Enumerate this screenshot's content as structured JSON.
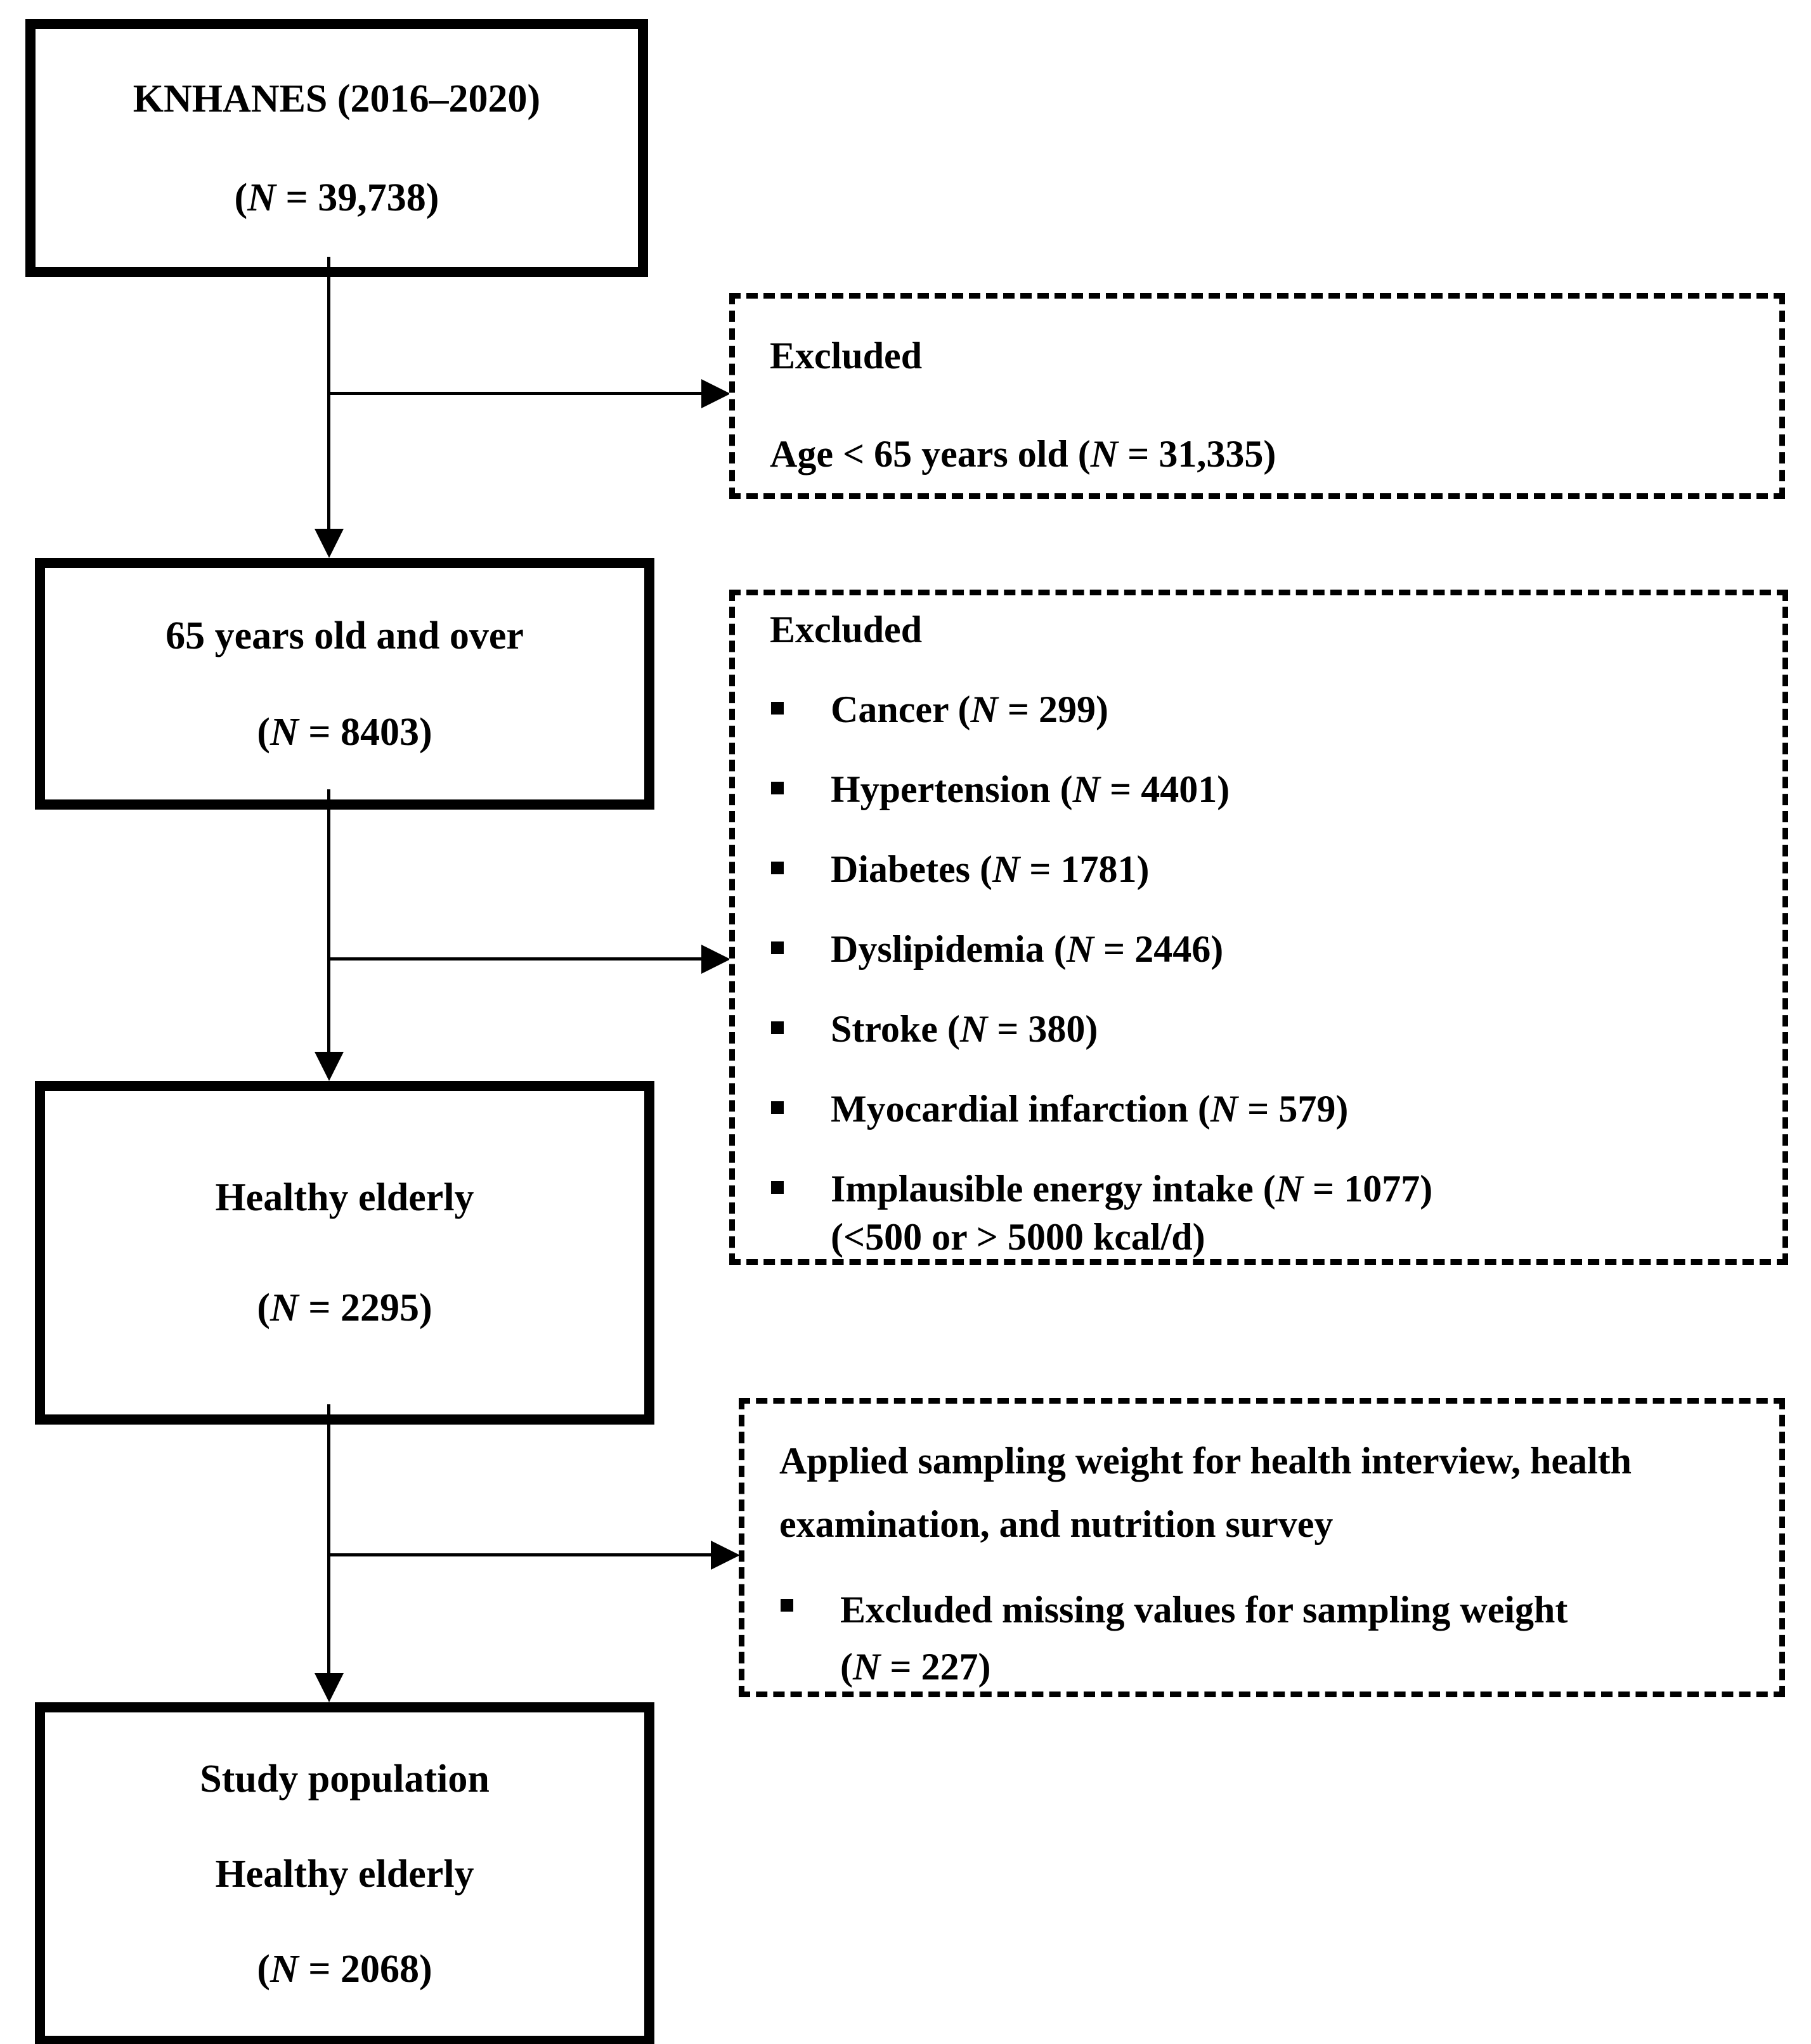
{
  "boxes": {
    "knhanes": {
      "title": "KNHANES (2016–2020)",
      "n_pre": "(",
      "n": "N",
      "n_post": " = 39,738)"
    },
    "age65": {
      "title": "65 years old and over",
      "n_pre": "(",
      "n": "N",
      "n_post": " = 8403)"
    },
    "healthy": {
      "title": "Healthy elderly",
      "n_pre": "(",
      "n": "N",
      "n_post": " = 2295)"
    },
    "study": {
      "title1": "Study population",
      "title2": "Healthy elderly",
      "n_pre": "(",
      "n": "N",
      "n_post": " = 2068)"
    }
  },
  "excluded1": {
    "header": "Excluded",
    "line_pre": "Age < 65 years old (",
    "n": "N",
    "line_post": " = 31,335)"
  },
  "excluded2": {
    "header": "Excluded",
    "items": [
      {
        "pre": "Cancer (",
        "n": "N",
        "post": " = 299)"
      },
      {
        "pre": "Hypertension (",
        "n": "N",
        "post": " = 4401)"
      },
      {
        "pre": "Diabetes (",
        "n": "N",
        "post": " = 1781)"
      },
      {
        "pre": "Dyslipidemia (",
        "n": "N",
        "post": " = 2446)"
      },
      {
        "pre": "Stroke (",
        "n": "N",
        "post": " = 380)"
      },
      {
        "pre": "Myocardial infarction (",
        "n": "N",
        "post": " = 579)"
      },
      {
        "pre": "Implausible energy intake (",
        "n": "N",
        "post": " = 1077)",
        "line2": "(<500 or > 5000 kcal/d)"
      }
    ]
  },
  "sampling": {
    "paragraph": "Applied sampling weight for health interview, health examination, and nutrition survey",
    "bullet_line1": "Excluded missing values for sampling weight",
    "bullet_pre": "(",
    "n": "N",
    "bullet_post": " = 227)"
  }
}
